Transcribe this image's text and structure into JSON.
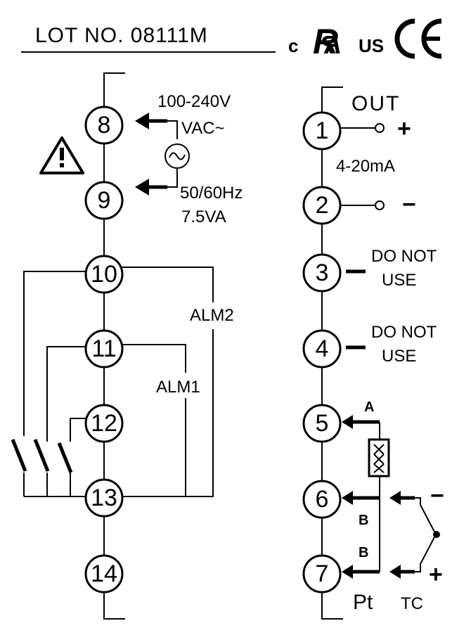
{
  "header": {
    "lot_label": "LOT  NO.  08111M",
    "cert_c": "c",
    "cert_ru": "R",
    "cert_us": "US",
    "cert_ce": "CE"
  },
  "left_terminals": [
    "8",
    "9",
    "10",
    "11",
    "12",
    "13",
    "14"
  ],
  "right_terminals": [
    "1",
    "2",
    "3",
    "4",
    "5",
    "6",
    "7"
  ],
  "power": {
    "voltage": "100-240V",
    "type": "VAC~",
    "frequency": "50/60Hz",
    "power": "7.5VA"
  },
  "alarms": {
    "alm1": "ALM1",
    "alm2": "ALM2"
  },
  "output": {
    "title": "OUT",
    "plus": "+",
    "current": "4-20mA",
    "minus": "−"
  },
  "unused": {
    "line1": "DO NOT",
    "line2": "USE"
  },
  "sensor": {
    "a_label": "A",
    "b_label_6": "B",
    "b_label_7": "B",
    "pt_label": "Pt",
    "tc_label": "TC",
    "tc_minus": "−",
    "tc_plus": "+"
  }
}
